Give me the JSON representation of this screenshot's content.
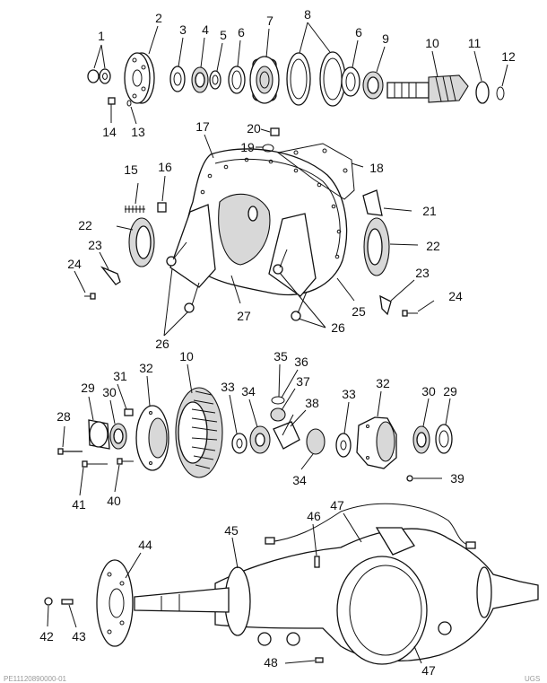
{
  "diagram": {
    "callouts": [
      "1",
      "2",
      "3",
      "4",
      "5",
      "6",
      "6",
      "7",
      "8",
      "9",
      "10",
      "11",
      "12",
      "13",
      "14",
      "15",
      "16",
      "17",
      "18",
      "19",
      "20",
      "21",
      "22",
      "22",
      "23",
      "23",
      "24",
      "24",
      "25",
      "26",
      "26",
      "27",
      "28",
      "29",
      "29",
      "30",
      "30",
      "31",
      "32",
      "32",
      "10",
      "33",
      "33",
      "34",
      "34",
      "35",
      "36",
      "37",
      "38",
      "39",
      "40",
      "41",
      "42",
      "43",
      "44",
      "45",
      "46",
      "47",
      "47",
      "48"
    ],
    "footer_left": "PE11120890000-01",
    "footer_right": "UGS"
  },
  "colors": {
    "line": "#111111",
    "shade": "#d8d8d8",
    "background": "#ffffff"
  }
}
